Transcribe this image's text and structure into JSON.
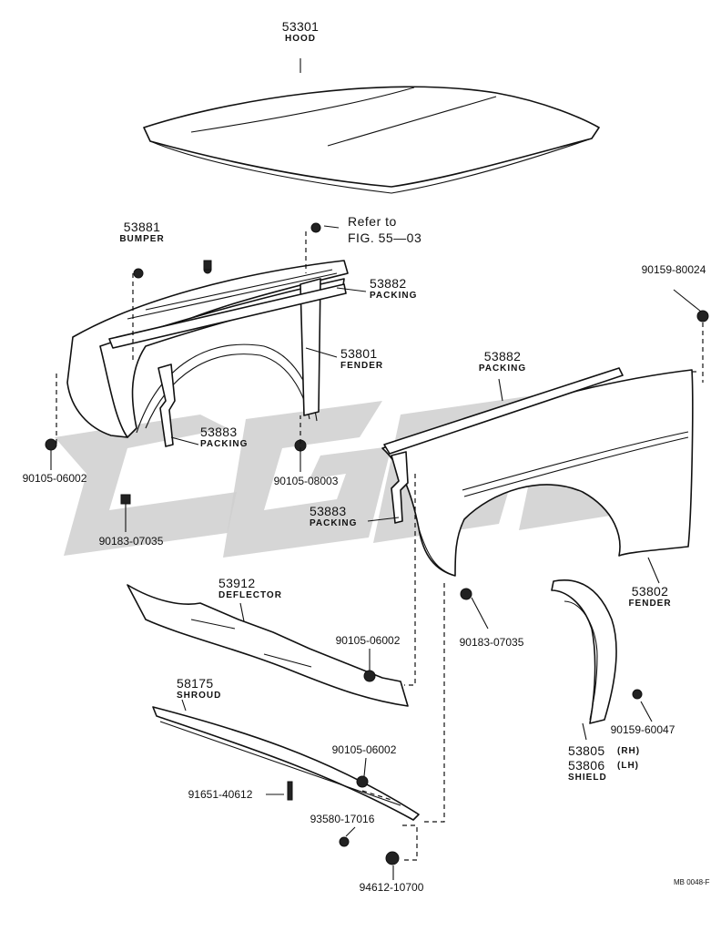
{
  "parts": {
    "hood": {
      "number": "53301",
      "name": "HOOD"
    },
    "bumper": {
      "number": "53881",
      "name": "BUMPER"
    },
    "refer": {
      "line1": "Refer to",
      "line2": "FIG. 55—03"
    },
    "packing_left_top": {
      "number": "53882",
      "name": "PACKING"
    },
    "fender_left": {
      "number": "53801",
      "name": "FENDER"
    },
    "packing_left_lower": {
      "number": "53883",
      "name": "PACKING"
    },
    "bolt_left_a": {
      "number": "90105-06002"
    },
    "bolt_left_b": {
      "number": "90105-08003"
    },
    "nut_left": {
      "number": "90183-07035"
    },
    "screw_right_top": {
      "number": "90159-80024"
    },
    "packing_right_top": {
      "number": "53882",
      "name": "PACKING"
    },
    "packing_right_lower": {
      "number": "53883",
      "name": "PACKING"
    },
    "fender_right": {
      "number": "53802",
      "name": "FENDER"
    },
    "deflector": {
      "number": "53912",
      "name": "DEFLECTOR"
    },
    "bolt_deflector": {
      "number": "90105-06002"
    },
    "nut_right": {
      "number": "90183-07035"
    },
    "shroud": {
      "number": "58175",
      "name": "SHROUD"
    },
    "bolt_shroud": {
      "number": "90105-06002"
    },
    "screw_shroud": {
      "number": "91651-40612"
    },
    "clip_shroud": {
      "number": "93580-17016"
    },
    "nut_bottom": {
      "number": "94612-10700"
    },
    "screw_shield": {
      "number": "90159-60047"
    },
    "shield": {
      "number_rh": "53805",
      "side_rh": "(RH)",
      "number_lh": "53806",
      "side_lh": "(LH)",
      "name": "SHIELD"
    }
  },
  "drawing_code": "MB 0048-F",
  "colors": {
    "line": "#111111",
    "watermark": "#cfcfcf",
    "background": "#ffffff"
  }
}
